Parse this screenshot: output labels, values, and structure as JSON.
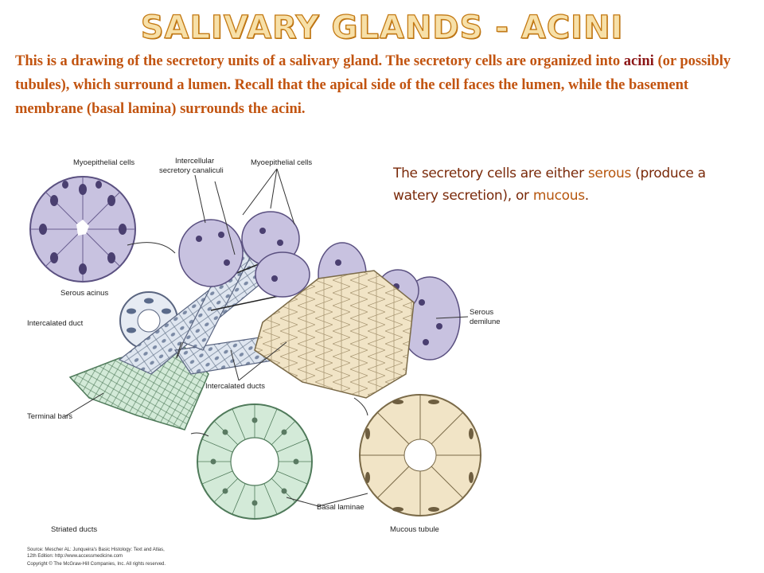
{
  "title": "SALIVARY GLANDS - ACINI",
  "intro": {
    "before": "This is a drawing of the secretory units of a salivary gland.  The secretory cells are organized into ",
    "highlight": "acini",
    "after": " (or possibly tubules), which surround a lumen.  Recall that the apical side of the cell faces the lumen, while the basement membrane (basal lamina) surrounds the acini."
  },
  "note": {
    "part1": "The secretory cells are either ",
    "serous": "serous",
    "part2": " (produce a watery secretion), or ",
    "mucous": "mucous",
    "part3": "."
  },
  "figure": {
    "labels": {
      "myo_left": "Myoepithelial cells",
      "intercell_1": "Intercellular",
      "intercell_2": "secretory canaliculi",
      "myo_right": "Myoepithelial cells",
      "serous_acinus": "Serous acinus",
      "intercalated_duct": "Intercalated duct",
      "serous_demilune_1": "Serous",
      "serous_demilune_2": "demilune",
      "intercalated_ducts": "Intercalated ducts",
      "terminal_bars": "Terminal bars",
      "striated_ducts": "Striated ducts",
      "basal_laminae": "Basal laminae",
      "mucous_tubule": "Mucous tubule"
    },
    "caption": {
      "line1": "Source: Mescher AL: Junqueira's Basic Histology: Text and Atlas,",
      "line2": "12th Edition: http://www.accessmedicine.com",
      "line3": "Copyright © The McGraw-Hill Companies, Inc. All rights reserved."
    },
    "colors": {
      "serous": "#c8c2e0",
      "serous_edge": "#5a5080",
      "mucous": "#f1e4c6",
      "mucous_edge": "#7a6a48",
      "striated": "#d3ead8",
      "striated_edge": "#4f7a5a",
      "duct": "#dfe6f0"
    }
  }
}
